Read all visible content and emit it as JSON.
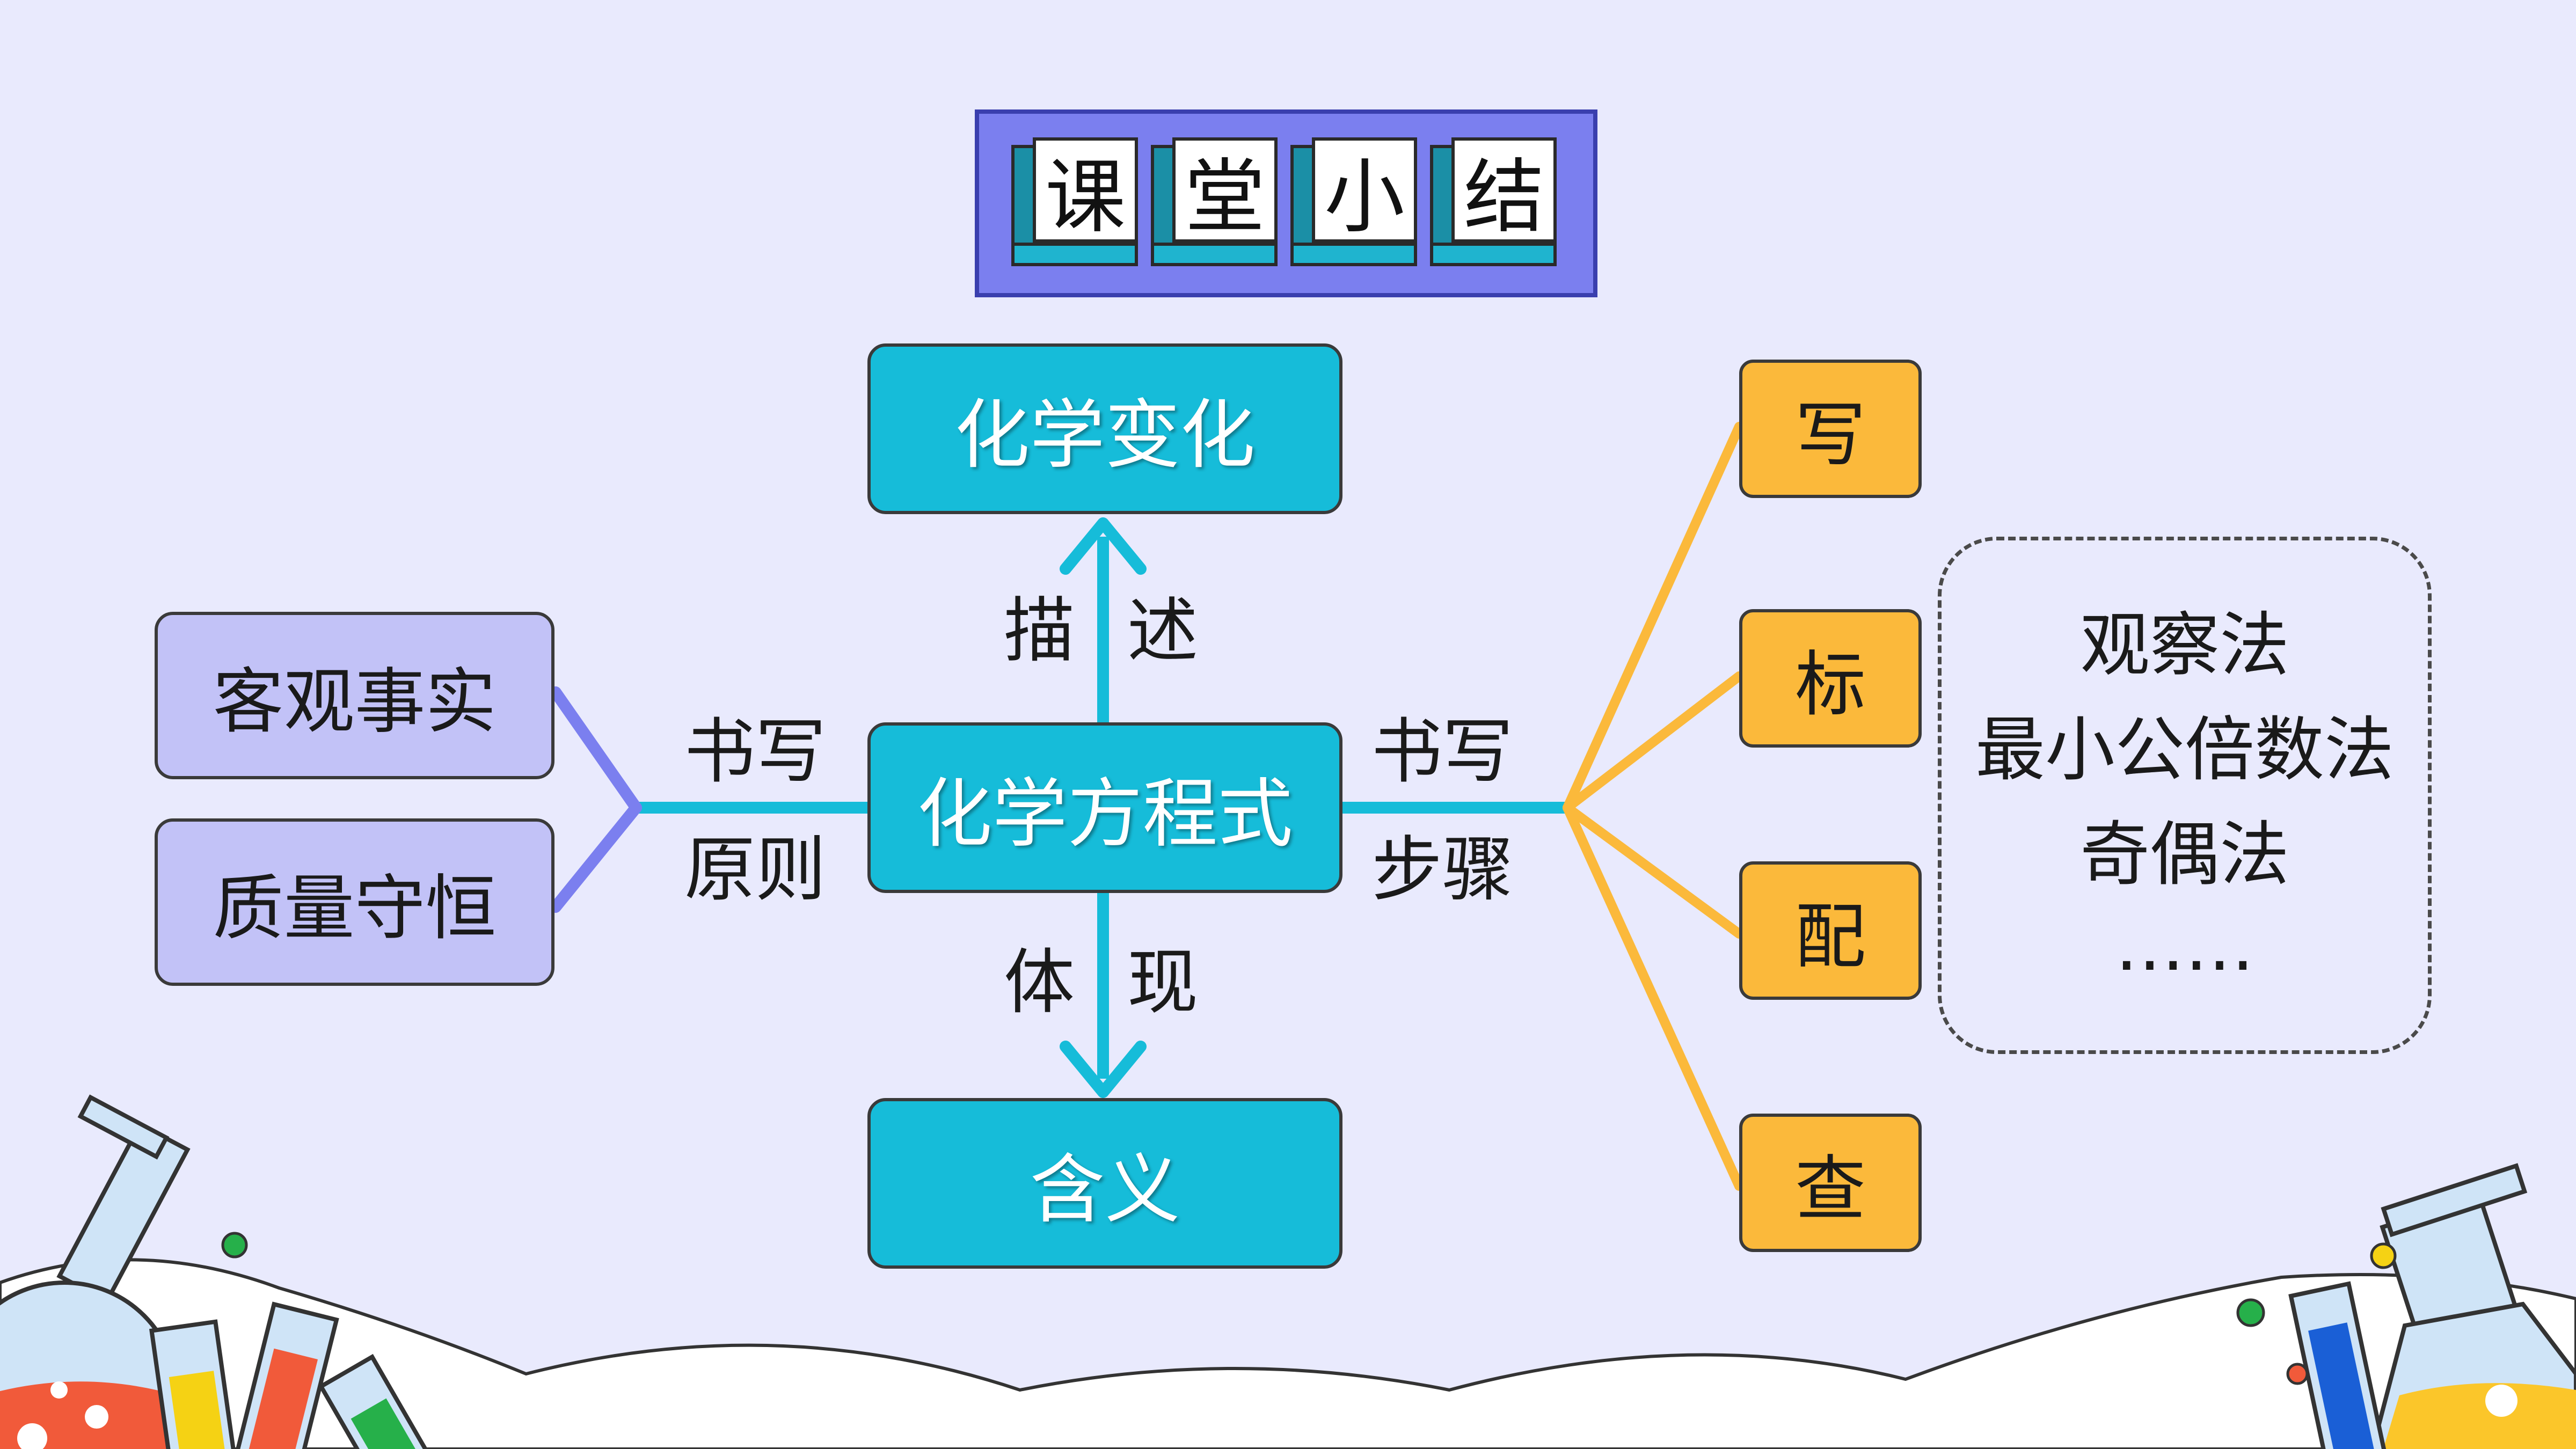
{
  "title": {
    "chars": [
      "课",
      "堂",
      "小",
      "结"
    ],
    "frame_color": "#7b7fef",
    "tile_side_color": "#1fb4cf"
  },
  "center_node": "化学方程式",
  "top_node": "化学变化",
  "bottom_node": "含义",
  "arrow_labels": {
    "up_left": "描",
    "up_right": "述",
    "down_left": "体",
    "down_right": "现"
  },
  "left_branch": {
    "label_line1": "书写",
    "label_line2": "原则",
    "items": [
      "客观事实",
      "质量守恒"
    ]
  },
  "right_branch": {
    "label_line1": "书写",
    "label_line2": "步骤",
    "steps": [
      "写",
      "标",
      "配",
      "查"
    ]
  },
  "balancing_methods": [
    "观察法",
    "最小公倍数法",
    "奇偶法",
    "……"
  ],
  "colors": {
    "background": "#e9eafd",
    "cyan": "#16bcd9",
    "lavender": "#c2c2f7",
    "orange": "#fbb93b",
    "left_connector": "#7b7fef",
    "right_connector": "#fbb93b"
  },
  "decorations": [
    "beaker-icon",
    "test-tube-icon",
    "flask-icon",
    "bubble-icon",
    "cloud-icon"
  ]
}
